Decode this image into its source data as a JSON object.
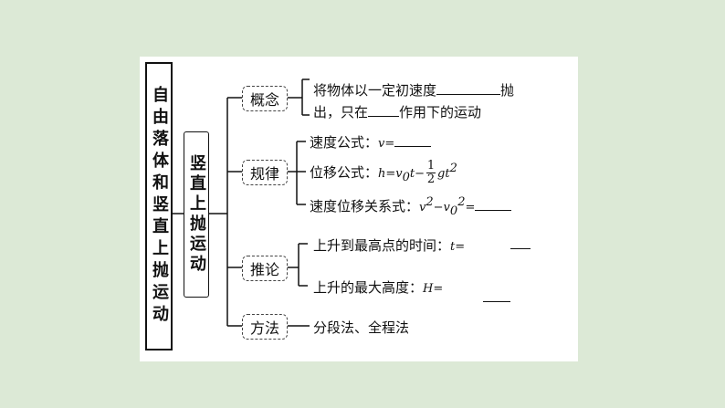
{
  "diagram": {
    "main_title": "自由落体和竖直上抛运动",
    "sub_title": "竖直上抛运动",
    "branches": {
      "concept": {
        "label": "概念",
        "line1_a": "将物体以一定初速度",
        "line1_b": "抛",
        "line2_a": "出，只在",
        "line2_b": "作用下的运动"
      },
      "law": {
        "label": "规律",
        "velocity": "速度公式：",
        "velocity_var": "v=",
        "displacement": "位移公式：",
        "displacement_eq_a": "h=v",
        "displacement_sub": "0",
        "displacement_eq_b": "t−",
        "frac_num": "1",
        "frac_den": "2",
        "displacement_eq_c": "gt",
        "displacement_sup": "2",
        "relation": "速度位移关系式：",
        "relation_eq_a": "v",
        "relation_sup1": "2",
        "relation_eq_b": "−v",
        "relation_sub": "0",
        "relation_sup2": "2",
        "relation_eq_c": "="
      },
      "inference": {
        "label": "推论",
        "time_text": "上升到最高点的时间：",
        "time_var": "t=",
        "height_text": "上升的最大高度：",
        "height_var": "H="
      },
      "method": {
        "label": "方法",
        "text": "分段法、全程法"
      }
    }
  }
}
